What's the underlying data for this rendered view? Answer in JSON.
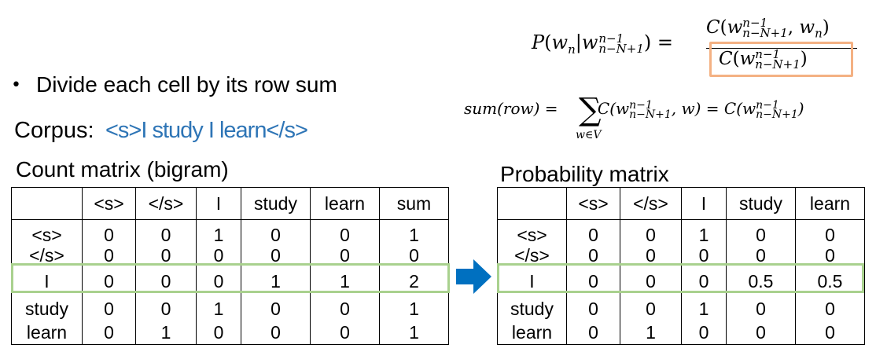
{
  "bullet": {
    "dot": "•",
    "text": "Divide each cell by its row sum"
  },
  "corpus": {
    "label": "Corpus:",
    "text": "<s>I study I learn</s>"
  },
  "formula": {
    "lhs_p": "P",
    "lhs_w": "w",
    "lhs_sub_n": "n",
    "lhs_sup": "n−1",
    "lhs_sub": "n−N+1",
    "equals": "=",
    "num_c": "C",
    "num_sup": "n−1",
    "num_sub": "n−N+1",
    "num_wn": "w",
    "num_wn_sub": "n",
    "den_c": "C",
    "den_sup": "n−1",
    "den_sub": "n−N+1"
  },
  "sum_formula": {
    "lhs": "sum(row) =",
    "sigma": "∑",
    "under": "w∈V",
    "c1": "C(w",
    "c1_sup": "n−1",
    "c1_sub": "n−N+1",
    "c1_rest": ", w) = C(w",
    "c2_sup": "n−1",
    "c2_sub": "n−N+1",
    "c2_rest": ")"
  },
  "count_matrix": {
    "title": "Count matrix (bigram)",
    "headers": [
      "",
      "<s>",
      "</s>",
      "I",
      "study",
      "learn",
      "sum"
    ],
    "rows": [
      [
        "<s>",
        "0",
        "0",
        "1",
        "0",
        "0",
        "1"
      ],
      [
        "</s>",
        "0",
        "0",
        "0",
        "0",
        "0",
        "0"
      ],
      [
        "I",
        "0",
        "0",
        "0",
        "1",
        "1",
        "2"
      ],
      [
        "study",
        "0",
        "0",
        "1",
        "0",
        "0",
        "1"
      ],
      [
        "learn",
        "0",
        "1",
        "0",
        "0",
        "0",
        "1"
      ]
    ]
  },
  "probability_matrix": {
    "title": "Probability matrix",
    "headers": [
      "",
      "<s>",
      "</s>",
      "I",
      "study",
      "learn"
    ],
    "rows": [
      [
        "<s>",
        "0",
        "0",
        "1",
        "0",
        "0"
      ],
      [
        "</s>",
        "0",
        "0",
        "0",
        "0",
        "0"
      ],
      [
        "I",
        "0",
        "0",
        "0",
        "0.5",
        "0.5"
      ],
      [
        "study",
        "0",
        "0",
        "1",
        "0",
        "0"
      ],
      [
        "learn",
        "0",
        "1",
        "0",
        "0",
        "0"
      ]
    ]
  },
  "colors": {
    "corpus_text": "#2e75b6",
    "highlight_row": "#a9d18e",
    "denominator_box": "#f4b183",
    "arrow": "#0070c0"
  },
  "icons": {
    "arrow": "right-arrow-icon"
  }
}
